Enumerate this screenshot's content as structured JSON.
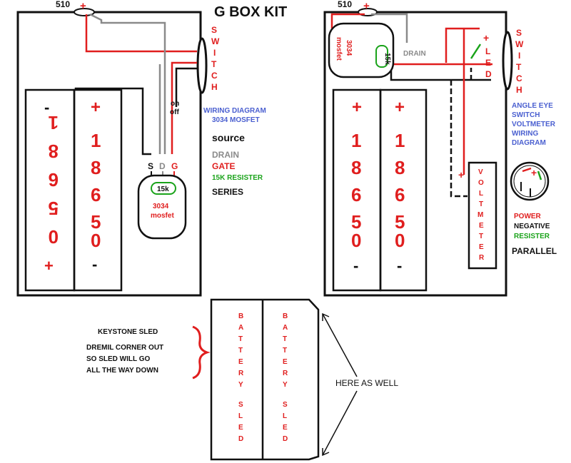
{
  "title": "G BOX KIT",
  "colors": {
    "red": "#e01e1e",
    "blue": "#4a5fd0",
    "green": "#1aa31a",
    "gray": "#8a8a8a",
    "black": "#111111"
  },
  "left_box": {
    "button_label": "510",
    "switch_letters": [
      "S",
      "W",
      "I",
      "T",
      "C",
      "H"
    ],
    "on_label": "on",
    "off_label": "off",
    "cells": [
      {
        "top_sign": "-",
        "digits": [
          "0",
          "5",
          "6",
          "8",
          "1"
        ],
        "bottom_sign": "+"
      },
      {
        "top_sign": "+",
        "digits": [
          "1",
          "8",
          "6",
          "5",
          "0"
        ],
        "bottom_sign": "-"
      }
    ],
    "pins": {
      "s": "S",
      "d": "D",
      "g": "G"
    },
    "mosfet": {
      "resistor_label": "15k",
      "part_line1": "3034",
      "part_line2": "mosfet"
    },
    "caption_line1": "WIRING DIAGRAM",
    "caption_line2": "3034 MOSFET",
    "legend": {
      "source": "source",
      "drain": "DRAIN",
      "gate": "GATE",
      "resister": "15K RESISTER",
      "series": "SERIES"
    }
  },
  "right_box": {
    "button_label": "510",
    "switch_letters": [
      "S",
      "W",
      "I",
      "T",
      "C",
      "H"
    ],
    "led_letters": [
      "L",
      "E",
      "D"
    ],
    "led_plus": "+",
    "mosfet": {
      "part_line1": "3034",
      "part_line2": "mosfet",
      "resistor_label": "15k",
      "drain_label": "DRAIN"
    },
    "cells": [
      {
        "top_sign": "+",
        "digits": [
          "1",
          "8",
          "6",
          "5",
          "0"
        ],
        "bottom_sign": "-"
      },
      {
        "top_sign": "+",
        "digits": [
          "1",
          "8",
          "6",
          "5",
          "0"
        ],
        "bottom_sign": "-"
      }
    ],
    "volt_plus": "+",
    "volt_letters": [
      "V",
      "O",
      "L",
      "T",
      "M",
      "E",
      "T",
      "E",
      "R"
    ],
    "caption_lines": [
      "ANGLE EYE",
      "SWITCH",
      "VOLTMETER",
      "WIRING",
      "DIAGRAM"
    ],
    "legend": {
      "power": "POWER",
      "negative": "NEGATIVE",
      "resister": "RESISTER",
      "parallel": "PARALLEL"
    }
  },
  "sled": {
    "label_letters": [
      "B",
      "A",
      "T",
      "T",
      "E",
      "R",
      "Y",
      "S",
      "L",
      "E",
      "D"
    ],
    "keystone": "KEYSTONE SLED",
    "note_lines": [
      "DREMIL CORNER OUT",
      "SO SLED WILL GO",
      "ALL THE WAY DOWN"
    ],
    "here_as_well": "HERE AS WELL"
  }
}
